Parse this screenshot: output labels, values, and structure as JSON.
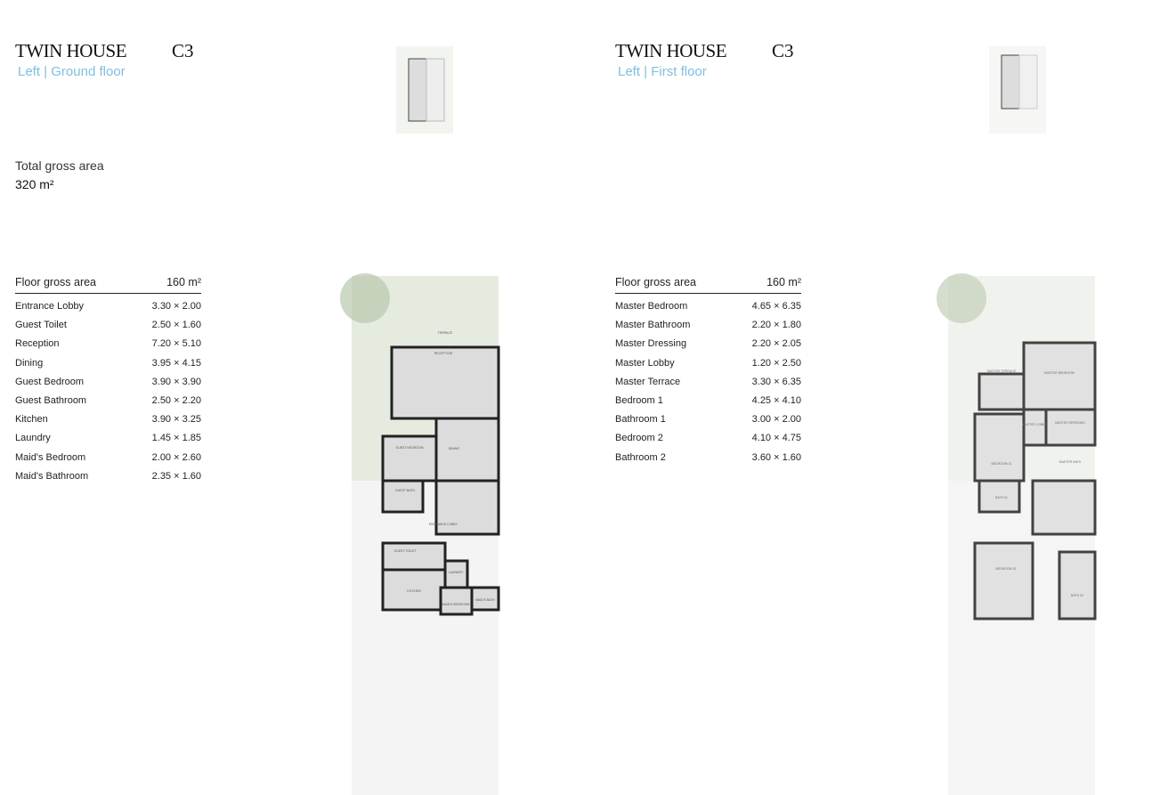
{
  "pages": [
    {
      "title": "TWIN HOUSE",
      "code": "C3",
      "subtitle": "Left | Ground floor",
      "total_label": "Total gross area",
      "total_value": "320 m²",
      "floor_label": "Floor gross area",
      "floor_value": "160 m²",
      "rooms": [
        [
          "Entrance Lobby",
          "3.30 × 2.00"
        ],
        [
          "Guest Toilet",
          "2.50 × 1.60"
        ],
        [
          "Reception",
          "7.20 × 5.10"
        ],
        [
          "Dining",
          "3.95 × 4.15"
        ],
        [
          "Guest Bedroom",
          "3.90 × 3.90"
        ],
        [
          "Guest Bathroom",
          "2.50 × 2.20"
        ],
        [
          "Kitchen",
          "3.90 × 3.25"
        ],
        [
          "Laundry",
          "1.45 × 1.85"
        ],
        [
          "Maid's Bedroom",
          "2.00 × 2.60"
        ],
        [
          "Maid's Bathroom",
          "2.35 × 1.60"
        ]
      ],
      "plan_labels": [
        "TERRACE",
        "RECEPTION",
        "GUEST BEDROOM",
        "DINING",
        "GUEST BATH",
        "ENTRANCE LOBBY",
        "GUEST TOILET",
        "LAUNDRY",
        "KITCHEN",
        "MAID'S BEDROOM",
        "MAID'S BATH"
      ]
    },
    {
      "title": "TWIN HOUSE",
      "code": "C3",
      "subtitle": "Left | First floor",
      "floor_label": "Floor gross area",
      "floor_value": "160 m²",
      "rooms": [
        [
          "Master Bedroom",
          "4.65 × 6.35"
        ],
        [
          "Master Bathroom",
          "2.20 × 1.80"
        ],
        [
          "Master Dressing",
          "2.20 × 2.05"
        ],
        [
          "Master Lobby",
          "1.20 × 2.50"
        ],
        [
          "Master Terrace",
          "3.30 × 6.35"
        ],
        [
          "Bedroom 1",
          "4.25 × 4.10"
        ],
        [
          "Bathroom 1",
          "3.00 × 2.00"
        ],
        [
          "Bedroom 2",
          "4.10 × 4.75"
        ],
        [
          "Bathroom 2",
          "3.60 × 1.60"
        ]
      ],
      "plan_labels": [
        "MASTER TERRACE",
        "MASTER BEDROOM",
        "MASTER LOBBY",
        "MASTER DRESSING",
        "BEDROOM 01",
        "MASTER BATH",
        "BATH 01",
        "BEDROOM 02",
        "BATH 02"
      ]
    }
  ],
  "colors": {
    "subtitle": "#7fbfe0",
    "garden": "#e6ebe0",
    "floor": "#dcdcdc",
    "wall": "#222222"
  }
}
